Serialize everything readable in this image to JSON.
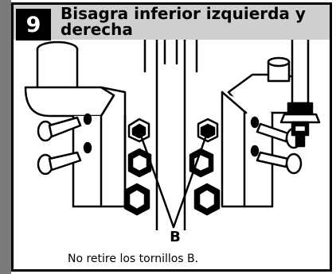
{
  "step": {
    "number": "9"
  },
  "title": {
    "line1": "Bisagra inferior izquierda y",
    "line2": "derecha"
  },
  "callout": {
    "label": "B"
  },
  "caption": {
    "text": "No retire los tornillos B."
  },
  "colors": {
    "ink": "#000000",
    "header_band": "#cfcfcf",
    "side_strip": "#7a7a7a"
  }
}
